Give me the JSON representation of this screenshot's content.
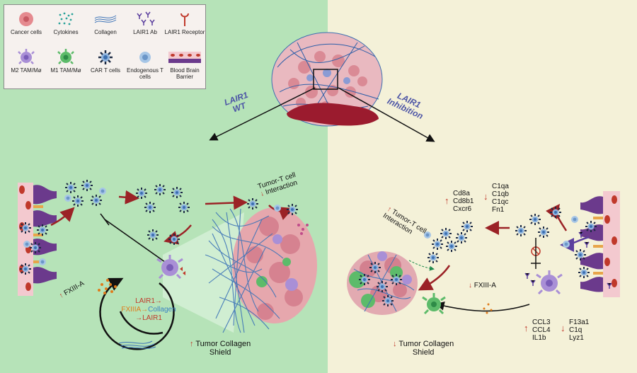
{
  "legend": {
    "items": [
      {
        "label": "Cancer cells",
        "icon": "cancer-cell-icon"
      },
      {
        "label": "Cytokines",
        "icon": "cytokines-icon"
      },
      {
        "label": "Collagen",
        "icon": "collagen-icon"
      },
      {
        "label": "LAIR1 Ab",
        "icon": "lair1-ab-icon"
      },
      {
        "label": "LAIR1 Receptor",
        "icon": "lair1-receptor-icon"
      },
      {
        "label": "M2 TAM/Mø",
        "icon": "m2-tam-icon"
      },
      {
        "label": "M1  TAM/Mø",
        "icon": "m1-tam-icon"
      },
      {
        "label": "CAR T cells",
        "icon": "car-t-cell-icon"
      },
      {
        "label": "Endogenous T cells",
        "icon": "endogenous-t-cell-icon"
      },
      {
        "label": "Blood Brain Barrier",
        "icon": "bbb-icon"
      }
    ]
  },
  "branches": {
    "wt": {
      "line1": "LAIR1",
      "line2": "WT"
    },
    "inhibition": {
      "line1": "LAIR1",
      "line2": "Inhibition"
    }
  },
  "left_panel": {
    "interaction": {
      "line1": "Tumor-T cell",
      "line2": "Interaction",
      "arrow": "↓"
    },
    "fxiii": {
      "text": "FXIII-A",
      "arrow": "↑"
    },
    "loop": {
      "line1": "LAIR1→",
      "line2_a": "FXIIIA→",
      "line2_b": "Collagen",
      "line3": "→LAIR1"
    },
    "shield": {
      "line1": "Tumor Collagen",
      "line2": "Shield",
      "arrow": "↑"
    }
  },
  "right_panel": {
    "interaction": {
      "line1": "Tumor-T cell",
      "line2": "Interaction",
      "arrow": "↑"
    },
    "genes_up": {
      "arrow": "↑",
      "items": [
        "Cd8a",
        "Cd8b1",
        "Cxcr6"
      ]
    },
    "genes_down": {
      "arrow": "↓",
      "items": [
        "C1qa",
        "C1qb",
        "C1qc",
        "Fn1"
      ]
    },
    "fxiii": {
      "text": "FXIII-A",
      "arrow": "↓"
    },
    "cytokines_up": {
      "arrow": "↑",
      "items": [
        "CCL3",
        "CCL4",
        "IL1b"
      ]
    },
    "markers_down": {
      "arrow": "↓",
      "items": [
        "F13a1",
        "C1q",
        "Lyz1"
      ]
    },
    "shield": {
      "line1": "Tumor Collagen",
      "line2": "Shield",
      "arrow": "↓"
    }
  },
  "colors": {
    "left_bg": "#b6e3b8",
    "right_bg": "#f4f1d8",
    "arrow_red": "#9b2226",
    "label_blue": "#4d55a6",
    "orange": "#e07b1a",
    "collagen_blue": "#3b82c4"
  }
}
